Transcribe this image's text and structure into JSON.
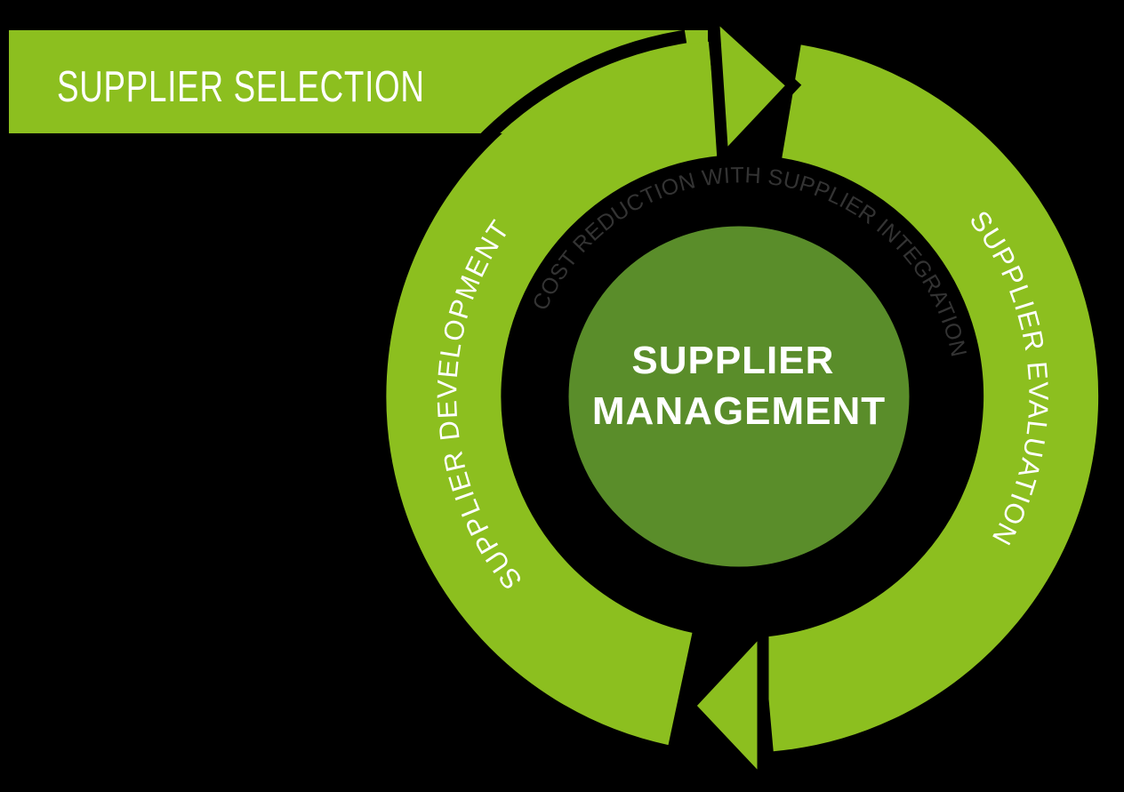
{
  "diagram": {
    "banner": {
      "label": "SUPPLIER SELECTION"
    },
    "ring": {
      "left_label": "SUPPLIER DEVELOPMENT",
      "right_label": "SUPPLIER EVALUATION",
      "inner_caption": "COST REDUCTION WITH SUPPLIER INTEGRATION",
      "flow_direction": "clockwise"
    },
    "center": {
      "line1": "SUPPLIER",
      "line2": "MANAGEMENT"
    }
  },
  "colors": {
    "background": "#000000",
    "ring_green": "#8cbf1f",
    "center_green": "#5a8d2a",
    "label_white": "#ffffff",
    "caption_gray": "#333333"
  }
}
